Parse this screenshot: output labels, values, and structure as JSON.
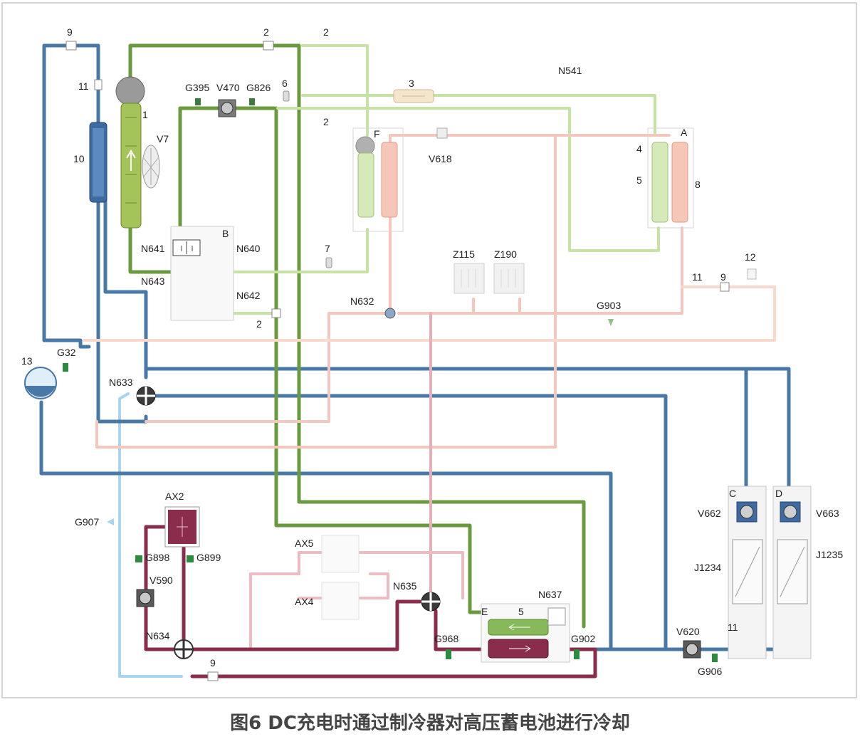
{
  "caption": "图6 DC充电时通过制冷器对高压蓄电池进行冷却",
  "labels": {
    "n9a": "9",
    "n2a": "2",
    "n2b": "2",
    "n11a": "11",
    "n6": "6",
    "n3": "3",
    "N541": "N541",
    "G395": "G395",
    "V470": "V470",
    "G826": "G826",
    "n1": "1",
    "V7": "V7",
    "n10": "10",
    "n2c": "2",
    "F": "F",
    "A": "A",
    "V618": "V618",
    "n4": "4",
    "n5a": "5",
    "n8": "8",
    "B": "B",
    "N641": "N641",
    "N640": "N640",
    "N643": "N643",
    "N642": "N642",
    "n7": "7",
    "Z115": "Z115",
    "Z190": "Z190",
    "n12": "12",
    "n11b": "11",
    "n9b": "9",
    "N632": "N632",
    "G903": "G903",
    "n2d": "2",
    "n13": "13",
    "G32": "G32",
    "N633": "N633",
    "C": "C",
    "D": "D",
    "V662": "V662",
    "V663": "V663",
    "J1234": "J1234",
    "J1235": "J1235",
    "AX2": "AX2",
    "G907": "G907",
    "G898": "G898",
    "G899": "G899",
    "V590": "V590",
    "AX5": "AX5",
    "AX4": "AX4",
    "N635": "N635",
    "N637": "N637",
    "E": "E",
    "n5b": "5",
    "G968": "G968",
    "G902": "G902",
    "N634": "N634",
    "n9c": "9",
    "V620": "V620",
    "G906": "G906",
    "n11c": "11"
  },
  "colors": {
    "green_dark": "#6a9a3e",
    "green_light": "#c6e2a4",
    "blue_dark": "#4878a8",
    "blue_light": "#a8d4ee",
    "pink_light": "#f3c7bd",
    "pink_mid": "#e8aeb6",
    "maroon": "#8a2c4c",
    "black": "#222222"
  }
}
